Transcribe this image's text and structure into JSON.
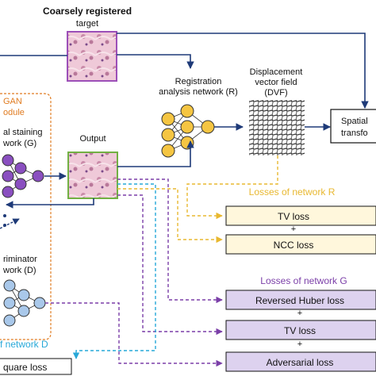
{
  "target": {
    "title": "Coarsely registered",
    "subtitle": "target"
  },
  "registration_network": {
    "line1": "Registration",
    "line2": "analysis network (R)"
  },
  "dvf": {
    "line1": "Displacement",
    "line2": "vector field",
    "line3": "(DVF)"
  },
  "spatial_transformer": {
    "line1": "Spatial",
    "line2": "transfo"
  },
  "gan_module": {
    "line1": "GAN",
    "line2": "odule"
  },
  "generator": {
    "line1": "al staining",
    "line2": "work (G)"
  },
  "output_label": "Output",
  "discriminator": {
    "line1": "riminator",
    "line2": "work (D)"
  },
  "losses_r": {
    "title": "Losses of network R",
    "items": [
      "TV loss",
      "+",
      "NCC loss"
    ]
  },
  "losses_g": {
    "title": "Losses of network G",
    "items": [
      "Reversed Huber loss",
      "+",
      "TV loss",
      "+",
      "Adversarial loss"
    ]
  },
  "losses_d": {
    "title": "f network D",
    "item": "quare loss"
  },
  "colors": {
    "orange": "#e07b20",
    "gold": "#e8b830",
    "gold_fill": "#fff7dc",
    "purple": "#7b3fa8",
    "purple_fill": "#ddd2ef",
    "navy": "#1e3a78",
    "cyan": "#27a8d8",
    "neuron_yellow": "#f5c542",
    "neuron_purple": "#8a4fc0",
    "neuron_blue": "#a9c8ea",
    "tissue_pink": "#e7b7cc",
    "green_frame": "#72b043",
    "purple_frame": "#9c4fb8"
  }
}
